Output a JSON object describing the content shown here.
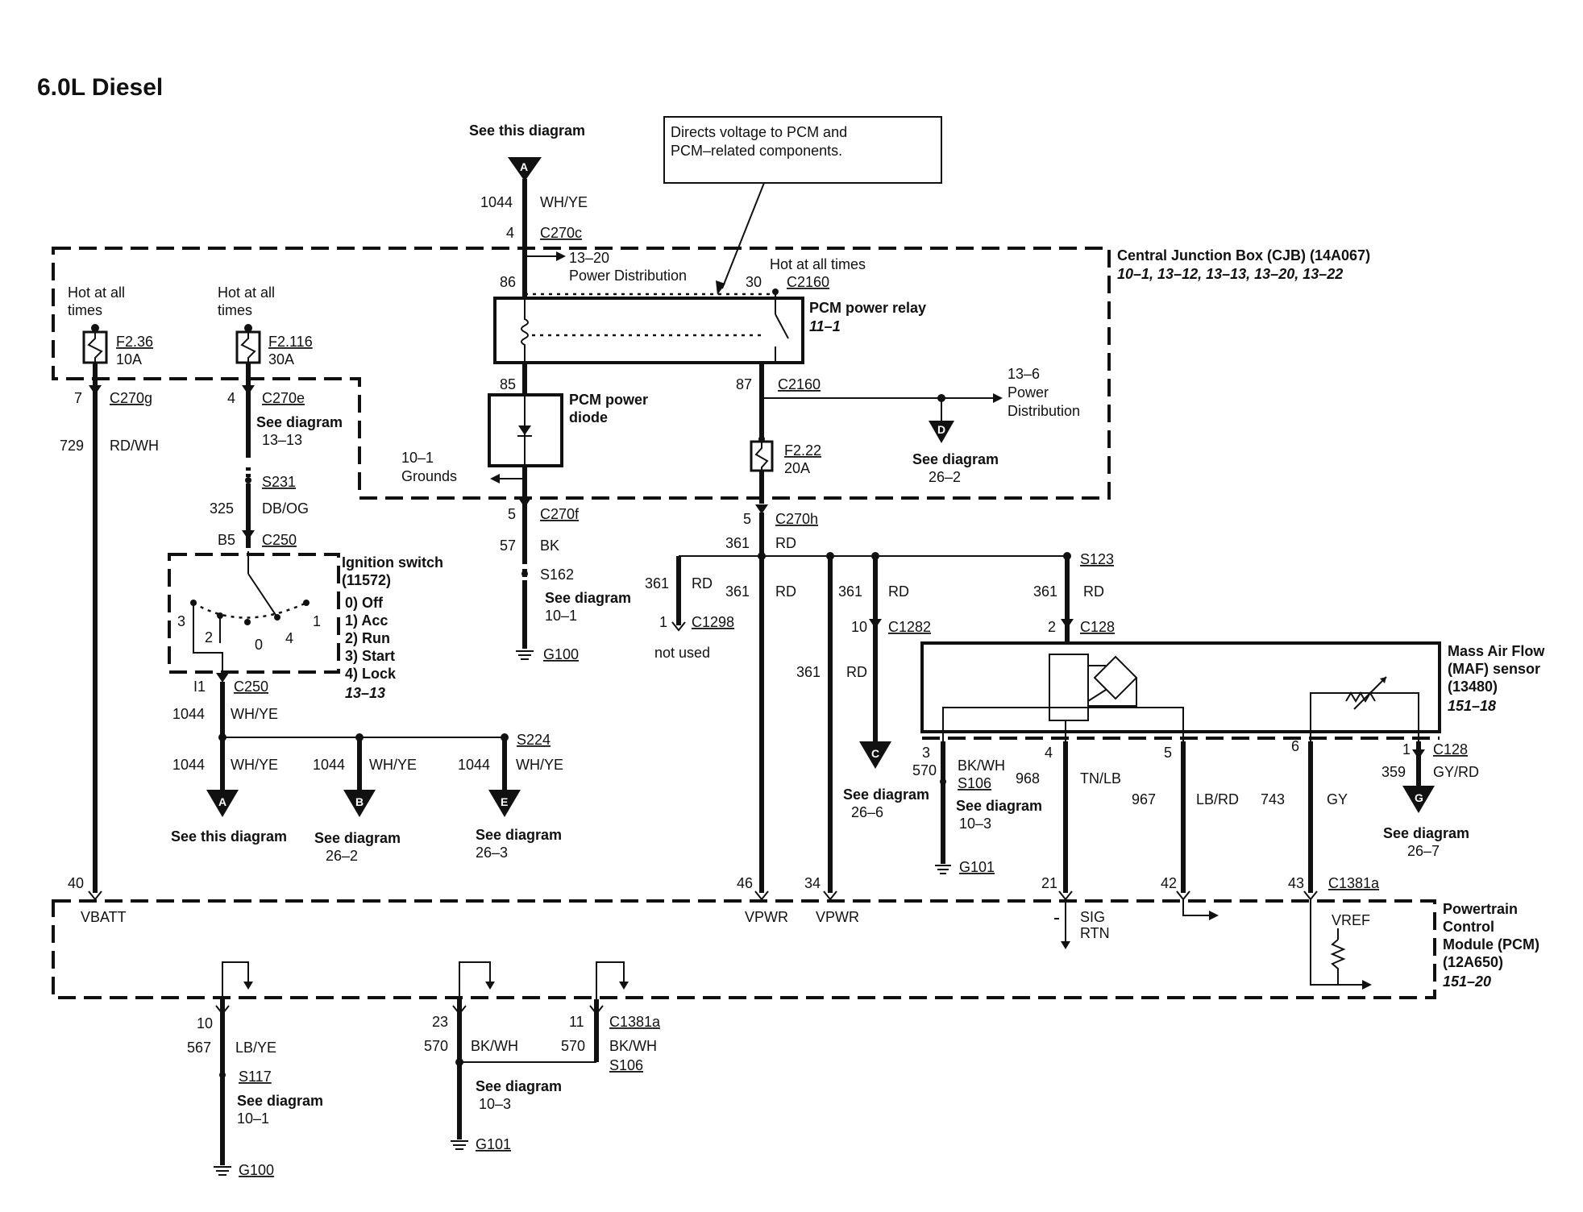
{
  "title": "6.0L Diesel",
  "callout": {
    "line1": "Directs voltage to PCM and",
    "line2": "PCM–related components."
  },
  "top": {
    "see_this": "See this diagram",
    "arrow_letter": "A",
    "circuit": "1044",
    "color": "WH/YE",
    "pin": "4",
    "connector": "C270c"
  },
  "cjb": {
    "name": "Central Junction Box (CJB) (14A067)",
    "refs": "10–1, 13–12, 13–13, 13–20, 13–22",
    "hot1_line1": "Hot at all",
    "hot1_line2": "times",
    "hot2_line1": "Hot at all",
    "hot2_line2": "times",
    "hot3": "Hot at all times",
    "pd_ref": "13–20",
    "pd_label": "Power Distribution",
    "pin86": "86",
    "pin30": "30",
    "c2160a": "C2160",
    "relay_name": "PCM power relay",
    "relay_ref": "11–1",
    "fuse1_id": "F2.36",
    "fuse1_amp": "10A",
    "fuse2_id": "F2.116",
    "fuse2_amp": "30A",
    "pin85": "85",
    "diode_line1": "PCM power",
    "diode_line2": "diode",
    "pin87": "87",
    "c2160b": "C2160",
    "pd2_ref": "13–6",
    "pd2_line1": "Power",
    "pd2_line2": "Distribution",
    "fuse3_id": "F2.22",
    "fuse3_amp": "20A",
    "grounds_ref": "10–1",
    "grounds_label": "Grounds",
    "d_letter": "D",
    "see_d": "See diagram",
    "see_d_ref": "26–2"
  },
  "left": {
    "pin7": "7",
    "c270g": "C270g",
    "c729": "729",
    "c729_color": "RD/WH",
    "pin4": "4",
    "c270e": "C270e",
    "see": "See diagram",
    "see_ref": "13–13",
    "s231": "S231",
    "c325": "325",
    "c325_color": "DB/OG",
    "b5": "B5",
    "c250a": "C250",
    "ign_name1": "Ignition switch",
    "ign_name2": "(11572)",
    "pos0": "0) Off",
    "pos1": "1) Acc",
    "pos2": "2) Run",
    "pos3": "3) Start",
    "pos4": "4) Lock",
    "ign_ref": "13–13",
    "sw3": "3",
    "sw2": "2",
    "sw0": "0",
    "sw4": "4",
    "sw1": "1",
    "i1": "I1",
    "c250b": "C250",
    "c1044": "1044",
    "c1044_color": "WH/YE",
    "s224": "S224",
    "a1": "1044",
    "a1c": "WH/YE",
    "b1": "1044",
    "b1c": "WH/YE",
    "e1": "1044",
    "e1c": "WH/YE",
    "letter_a": "A",
    "letter_b": "B",
    "letter_e": "E",
    "see_a": "See this diagram",
    "see_b": "See diagram",
    "see_b_ref": "26–2",
    "see_e": "See diagram",
    "see_e_ref": "26–3"
  },
  "mid": {
    "pin5a": "5",
    "c270f": "C270f",
    "c57": "57",
    "c57_color": "BK",
    "s162": "S162",
    "see": "See diagram",
    "see_ref": "10–1",
    "g100": "G100",
    "pin5b": "5",
    "c270h": "C270h",
    "c361a": "361",
    "c361a_color": "RD",
    "s123": "S123",
    "c361b": "361",
    "c361b_color": "RD",
    "c361c": "361",
    "c361c_color": "RD",
    "c361d": "361",
    "c361d_color": "RD",
    "c361e": "361",
    "c361e_color": "RD",
    "c361f": "361",
    "c361f_color": "RD",
    "pin1": "1",
    "c1298": "C1298",
    "not_used": "not used",
    "pin10": "10",
    "c1282": "C1282",
    "pin2": "2",
    "c128a": "C128",
    "letter_c": "C",
    "see_c": "See diagram",
    "see_c_ref": "26–6"
  },
  "maf": {
    "name1": "Mass Air Flow",
    "name2": "(MAF) sensor",
    "name3": "(13480)",
    "ref": "151–18",
    "p3": "3",
    "c570": "570",
    "c570_color": "BK/WH",
    "s106": "S106",
    "see": "See diagram",
    "see_ref": "10–3",
    "g101": "G101",
    "p4": "4",
    "c968": "968",
    "c968_color": "TN/LB",
    "p5": "5",
    "c967": "967",
    "c967_color": "LB/RD",
    "p6": "6",
    "c743": "743",
    "c743_color": "GY",
    "p1": "1",
    "c128b": "C128",
    "c359": "359",
    "c359_color": "GY/RD",
    "letter_g": "G",
    "see_g": "See diagram",
    "see_g_ref": "26–7"
  },
  "pcm": {
    "name1": "Powertrain",
    "name2": "Control",
    "name3": "Module (PCM)",
    "name4": "(12A650)",
    "ref": "151–20",
    "p40": "40",
    "vbatt": "VBATT",
    "p46": "46",
    "vpwr1": "VPWR",
    "p34": "34",
    "vpwr2": "VPWR",
    "p21": "21",
    "sig": "SIG",
    "rtn": "RTN",
    "p42": "42",
    "p43": "43",
    "c1381a_top": "C1381a",
    "vref": "VREF"
  },
  "bottom": {
    "p10": "10",
    "c567": "567",
    "c567_color": "LB/YE",
    "s117": "S117",
    "see1": "See diagram",
    "see1_ref": "10–1",
    "g100": "G100",
    "p23": "23",
    "c570a": "570",
    "c570a_color": "BK/WH",
    "see2": "See diagram",
    "see2_ref": "10–3",
    "g101": "G101",
    "p11": "11",
    "c1381a": "C1381a",
    "c570b": "570",
    "c570b_color": "BK/WH",
    "s106": "S106"
  }
}
